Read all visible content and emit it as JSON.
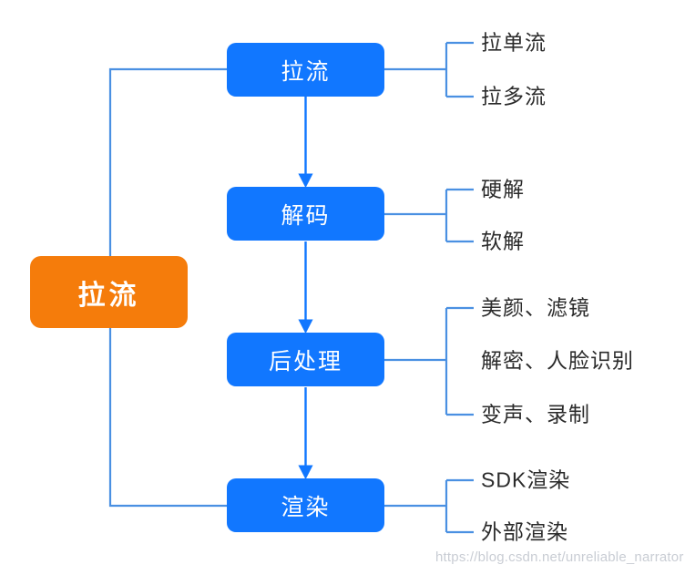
{
  "diagram": {
    "title_text": "拉流",
    "root": {
      "label": "拉流",
      "color": "#F57C0B"
    },
    "stage_color": "#1177FF",
    "wire_color": "#4A90E2",
    "arrow_color": "#1177FF",
    "leaf_text_color": "#2b2b2b",
    "stages": [
      {
        "id": "pull",
        "label": "拉流",
        "leaves": [
          "拉单流",
          "拉多流"
        ]
      },
      {
        "id": "decode",
        "label": "解码",
        "leaves": [
          "硬解",
          "软解"
        ]
      },
      {
        "id": "post",
        "label": "后处理",
        "leaves": [
          "美颜、滤镜",
          "解密、人脸识别",
          "变声、录制"
        ]
      },
      {
        "id": "render",
        "label": "渲染",
        "leaves": [
          "SDK渲染",
          "外部渲染"
        ]
      }
    ]
  },
  "watermark": {
    "text": "https://blog.csdn.net/unreliable_narrator"
  }
}
